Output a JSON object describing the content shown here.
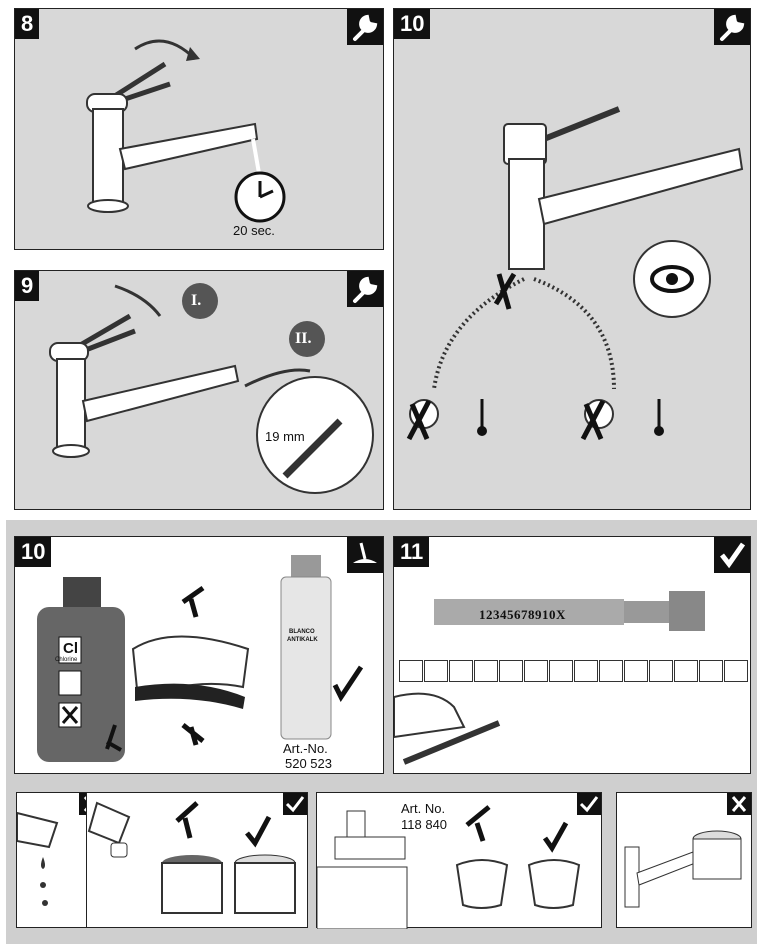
{
  "panels": {
    "p8": {
      "number": "8",
      "badge_icon": "wrench-icon",
      "timer_text": "20 sec."
    },
    "p9": {
      "number": "9",
      "badge_icon": "wrench-icon",
      "step1": "I.",
      "step2": "II.",
      "wrench_size": "19 mm"
    },
    "p10a": {
      "number": "10",
      "badge_icon": "wrench-icon",
      "inspect_icon": "eye-icon"
    },
    "p10b": {
      "number": "10",
      "badge_icon": "cleaning-icon",
      "label_cl": "Cl",
      "label_chlorine": "Chlorine",
      "spray_brand": "BLANCO",
      "spray_name": "ANTIKALK",
      "art_label": "Art.-No.",
      "art_number": "520 523"
    },
    "p11": {
      "number": "11",
      "badge_icon": "check-icon",
      "hose_code": "12345678910X"
    },
    "bottom1": {
      "badge_icon": "cross-icon"
    },
    "bottom2": {
      "badge_icon": "check-icon"
    },
    "bottom3": {
      "badge_icon": "check-icon",
      "art_label": "Art. No.",
      "art_number": "118 840"
    },
    "bottom4": {
      "badge_icon": "cross-icon"
    }
  }
}
